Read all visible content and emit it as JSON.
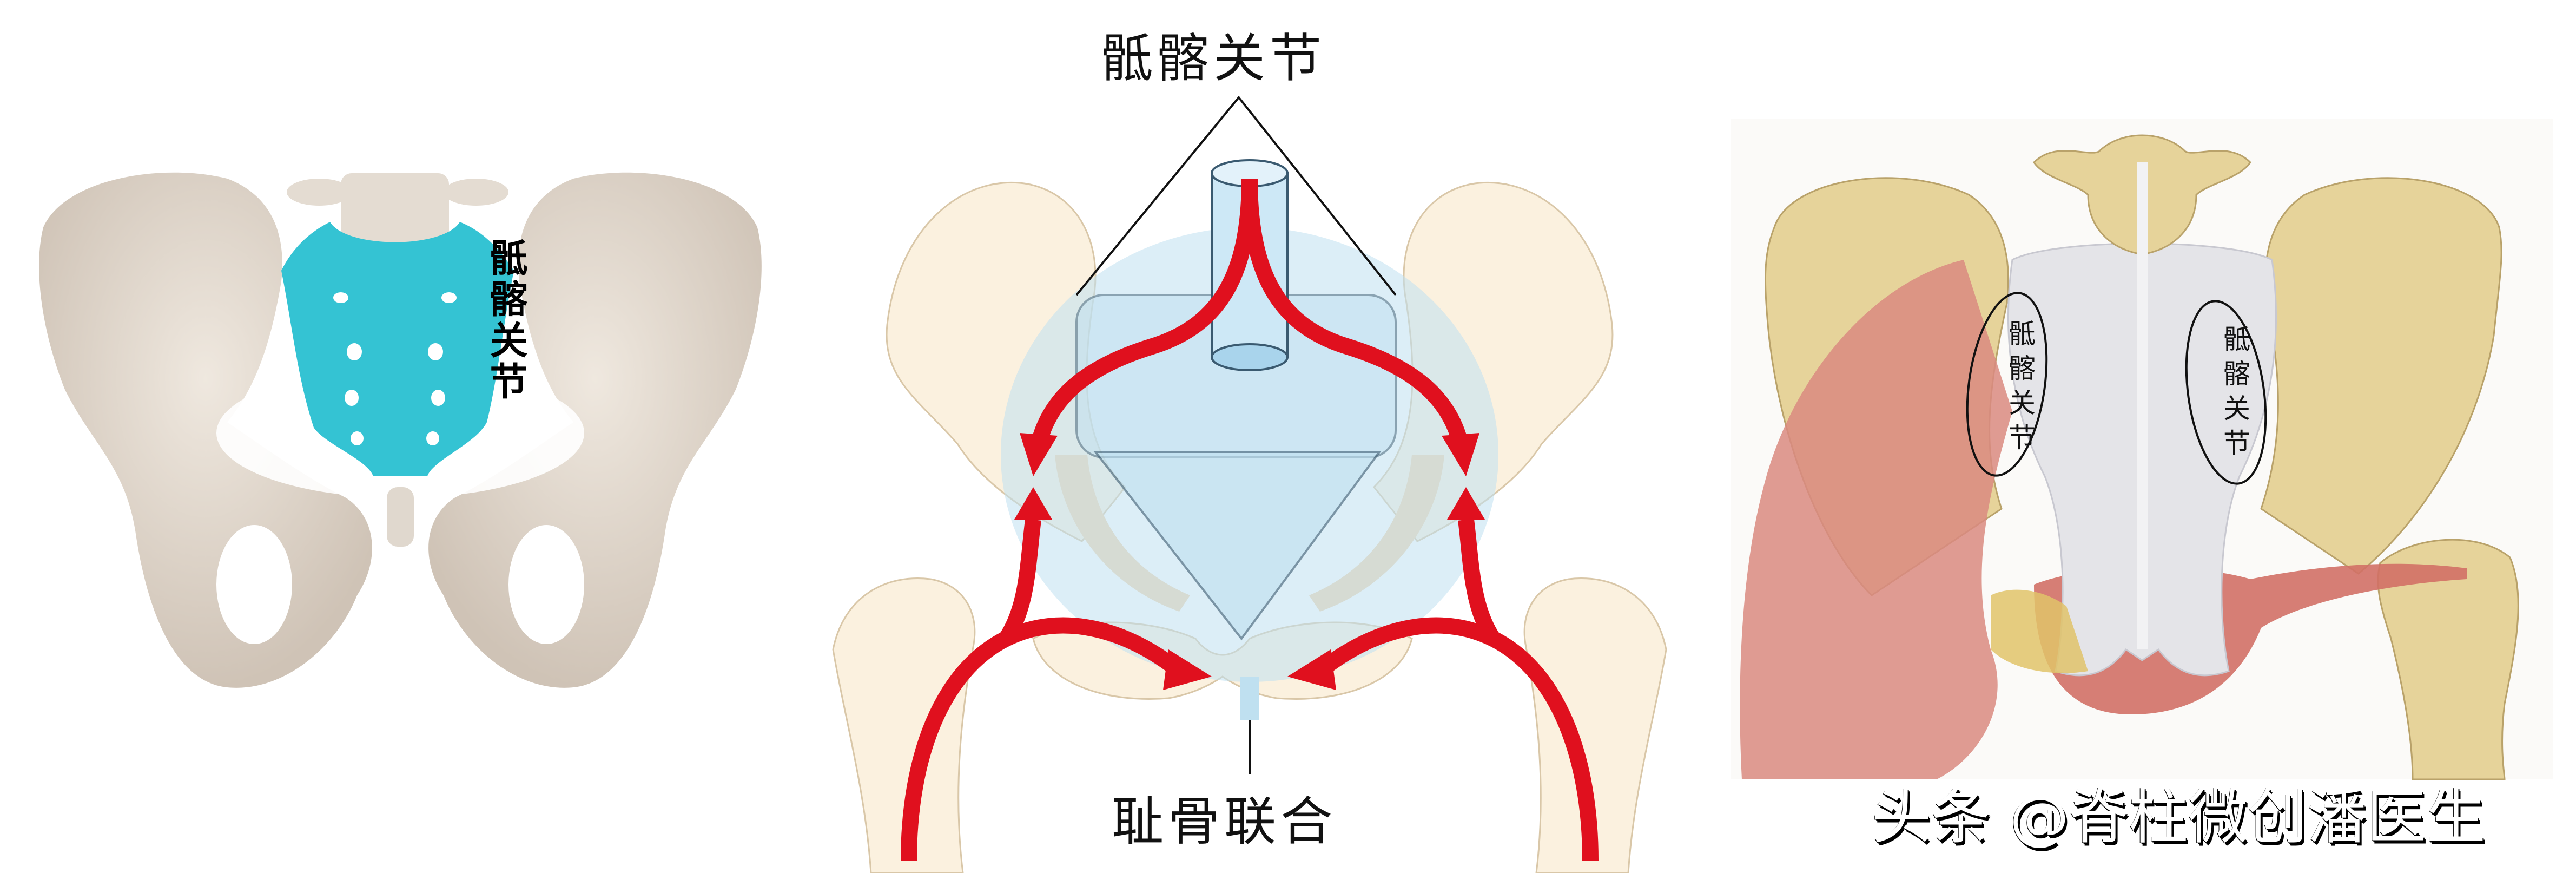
{
  "figure": {
    "panels": [
      {
        "id": "left",
        "description": "Anterior pelvis with sacrum highlighted",
        "label": "骶髂关节"
      },
      {
        "id": "middle",
        "description": "Load transfer diagram through pelvis",
        "top_label": "骶髂关节",
        "bottom_label": "耻骨联合"
      },
      {
        "id": "right",
        "description": "Posterior pelvis with ligaments and muscles",
        "ellipse_labels": [
          "骶髂关节",
          "骶髂关节"
        ]
      }
    ],
    "watermark": "头条 @脊柱微创潘医生"
  },
  "colors": {
    "bone": "#E8E0D6",
    "bone_shadow": "#C9BDB0",
    "sacrum_highlight": "#34C3D3",
    "arrow_red": "#E0101E",
    "overlay_blue": "#BFE0F0",
    "outline_teal": "#3A5A70",
    "ligament": "#E4E4E8",
    "bone_yellow": "#E6D39A",
    "muscle": "#D98A80"
  }
}
